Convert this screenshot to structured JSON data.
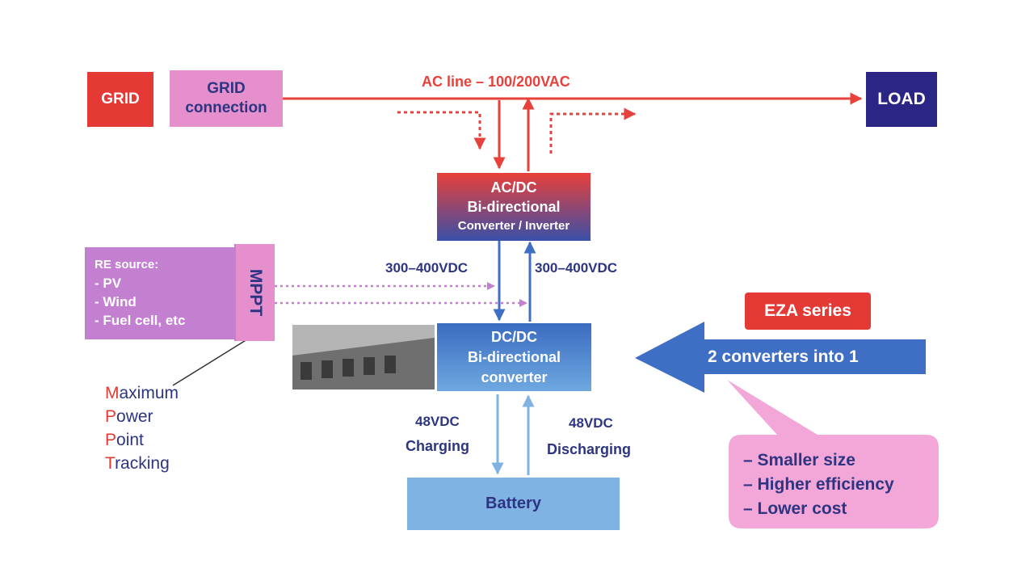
{
  "colors": {
    "ac_red": "#e8403a",
    "grid_red": "#e53935",
    "grid_conn_pink": "#e58fcd",
    "load_navy": "#2b2585",
    "dc_blue": "#3f6fc4",
    "light_blue": "#7fb3e3",
    "mppt_purple": "#c37fd0",
    "bubble_pink": "#f2a7d8",
    "text_navy": "#2d3582",
    "mppt_letter_red": "#e53935"
  },
  "grid": {
    "label": "GRID"
  },
  "grid_connection": {
    "line1": "GRID",
    "line2": "connection"
  },
  "load": {
    "label": "LOAD"
  },
  "ac_line": {
    "label": "AC line – 100/200VAC"
  },
  "acdc": {
    "line1": "AC/DC",
    "line2": "Bi-directional",
    "line3": "Converter / Inverter"
  },
  "dcdc": {
    "line1": "DC/DC",
    "line2": "Bi-directional",
    "line3": "converter"
  },
  "battery": {
    "label": "Battery"
  },
  "bus_labels": {
    "left": "300–400VDC",
    "right": "300–400VDC"
  },
  "battery_labels": {
    "charge_voltage": "48VDC",
    "charge": "Charging",
    "discharge_voltage": "48VDC",
    "discharge": "Discharging"
  },
  "re_source": {
    "title": "RE source:",
    "items": [
      "- PV",
      "- Wind",
      "- Fuel cell,  etc"
    ]
  },
  "mppt": {
    "label": "MPPT",
    "words": [
      {
        "first": "M",
        "rest": "aximum"
      },
      {
        "first": "P",
        "rest": "ower"
      },
      {
        "first": "P",
        "rest": "oint"
      },
      {
        "first": "T",
        "rest": "racking"
      }
    ]
  },
  "eza": {
    "label": "EZA series"
  },
  "arrow_label": "2 converters into 1",
  "benefits": [
    "– Smaller size",
    "– Higher efficiency",
    "– Lower cost"
  ]
}
